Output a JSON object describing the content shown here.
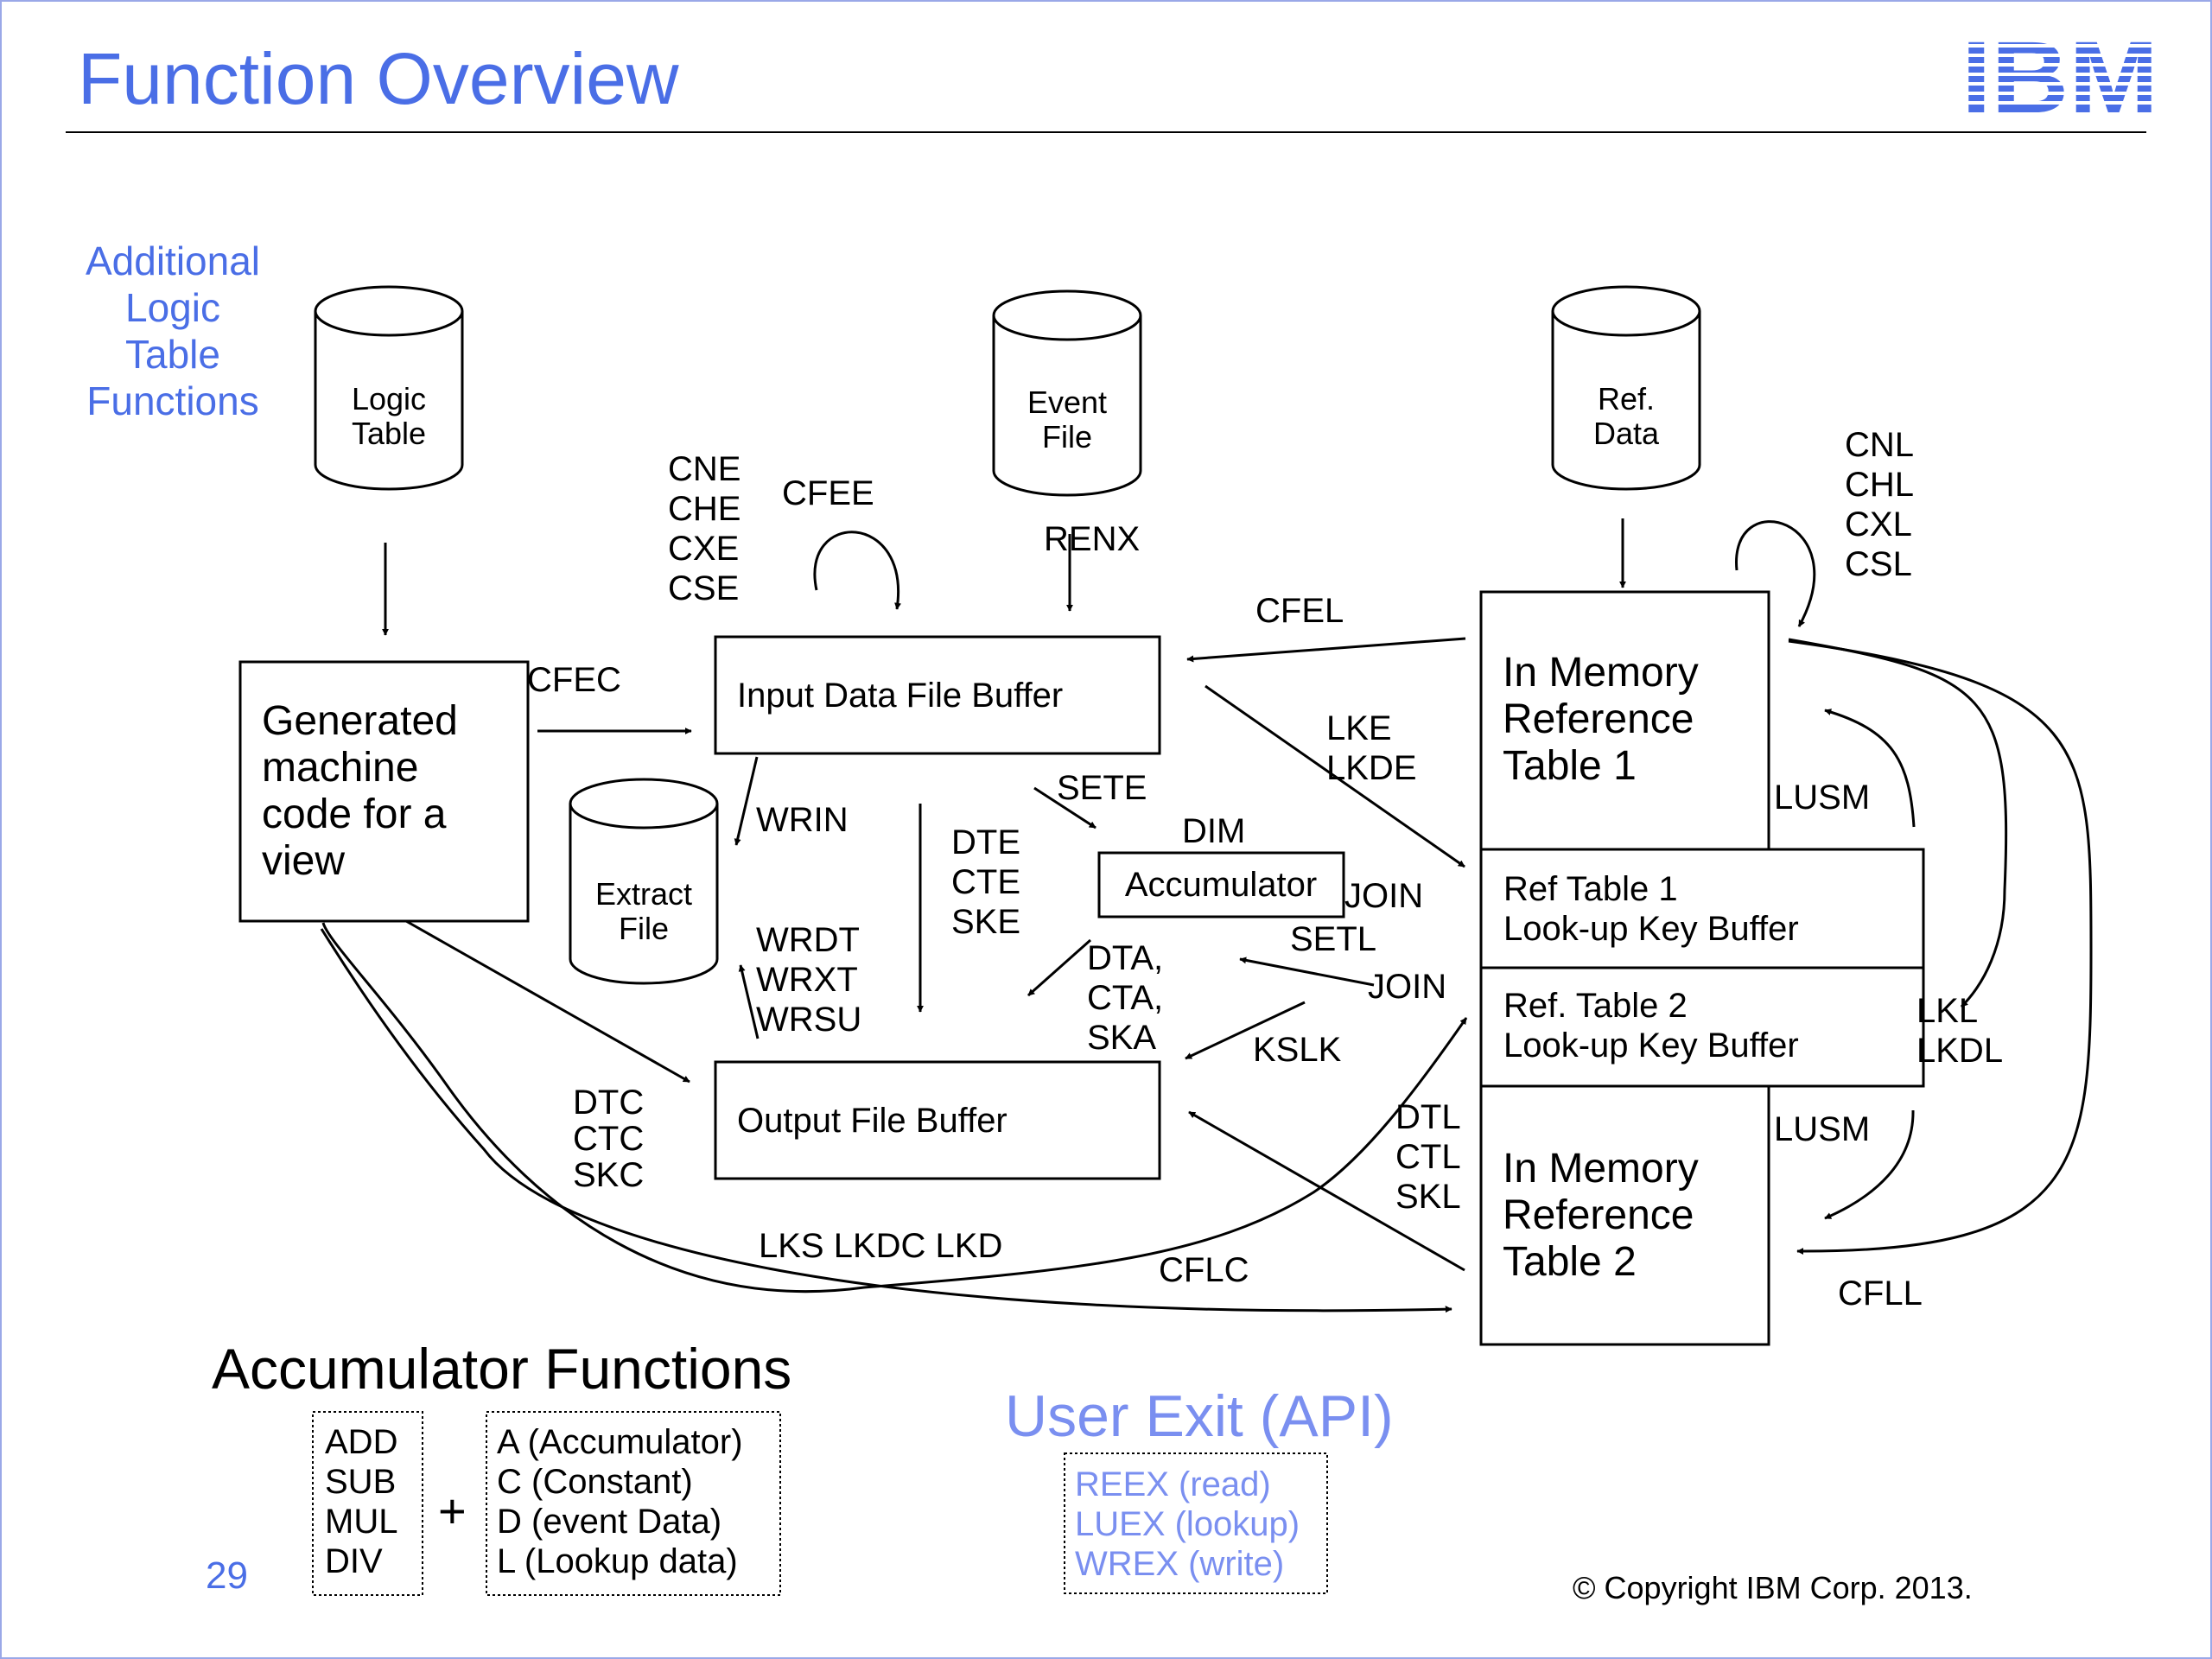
{
  "title": "Function Overview",
  "logo": "IBM",
  "additional_logic": [
    "Additional",
    "Logic",
    "Table",
    "Functions"
  ],
  "cylinders": {
    "logic_table": [
      "Logic",
      "Table"
    ],
    "event_file": [
      "Event",
      "File"
    ],
    "ref_data": [
      "Ref.",
      "Data"
    ],
    "extract_file": [
      "Extract",
      "File"
    ]
  },
  "boxes": {
    "generated": [
      "Generated",
      "machine",
      "code for a",
      "view"
    ],
    "input_buffer": "Input Data File Buffer",
    "output_buffer": "Output File Buffer",
    "accumulator": "Accumulator",
    "mem_ref1": [
      "In Memory",
      "Reference",
      "Table 1"
    ],
    "ref1_key": [
      "Ref Table 1",
      "Look-up Key Buffer"
    ],
    "ref2_key": [
      "Ref. Table 2",
      "Look-up Key Buffer"
    ],
    "mem_ref2": [
      "In Memory",
      "Reference",
      "Table 2"
    ]
  },
  "labels": {
    "cne_group": [
      "CNE",
      "CHE",
      "CXE",
      "CSE"
    ],
    "cfee": "CFEE",
    "renx": "RENX",
    "cfel": "CFEL",
    "cnl_group": [
      "CNL",
      "CHL",
      "CXL",
      "CSL"
    ],
    "cfec": "CFEC",
    "lke": [
      "LKE",
      "LKDE"
    ],
    "sete": "SETE",
    "dim": "DIM",
    "wrin": "WRIN",
    "dte": [
      "DTE",
      "CTE",
      "SKE"
    ],
    "join1": "JOIN",
    "setl": "SETL",
    "join2": "JOIN",
    "wrdt": [
      "WRDT",
      "WRXT",
      "WRSU"
    ],
    "dta": [
      "DTA,",
      "CTA,",
      "SKA"
    ],
    "kslk": "KSLK",
    "lusm1": "LUSM",
    "lkl": [
      "LKL",
      "LKDL"
    ],
    "dtc": [
      "DTC",
      "CTC",
      "SKC"
    ],
    "dtl": [
      "DTL",
      "CTL",
      "SKL"
    ],
    "lusm2": "LUSM",
    "lks": "LKS LKDC LKD",
    "cflc": "CFLC",
    "cfll": "CFLL"
  },
  "accumulator_functions": {
    "title": "Accumulator Functions",
    "ops": [
      "ADD",
      "SUB",
      "MUL",
      "DIV"
    ],
    "plus": "+",
    "operands": [
      "A (Accumulator)",
      "C (Constant)",
      "D (event Data)",
      "L (Lookup data)"
    ]
  },
  "user_exit": {
    "title": "User Exit (API)",
    "items": [
      "REEX (read)",
      "LUEX (lookup)",
      "WREX (write)"
    ]
  },
  "page_number": "29",
  "copyright": "© Copyright IBM Corp. 2013.",
  "colors": {
    "title_blue": "#4a6ee6",
    "light_blue": "#7a8ff0",
    "border": "#9aa8e8"
  }
}
